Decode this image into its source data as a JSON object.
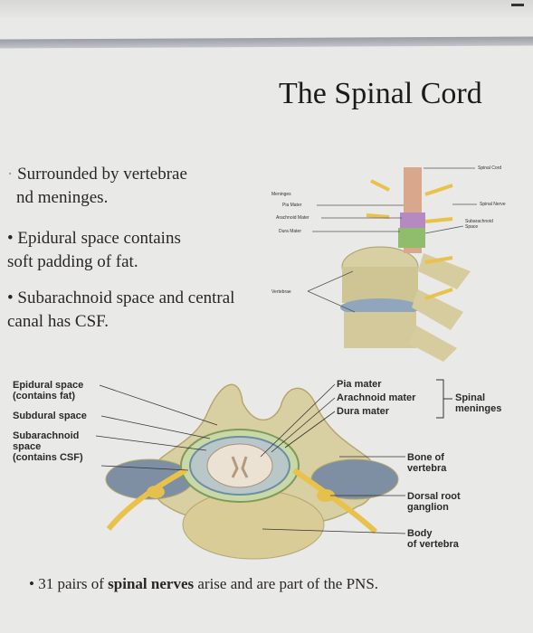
{
  "slide": {
    "title": "The Spinal Cord",
    "bullets": [
      {
        "line1": "Surrounded by vertebrae",
        "line2": "nd meninges."
      },
      {
        "line1": "Epidural space contains",
        "line2": "soft padding of fat."
      },
      {
        "line1": "Subarachnoid space and central",
        "line2": "canal has CSF."
      }
    ],
    "bottom_bullet_prefix": "31 pairs of ",
    "bottom_bullet_bold": "spinal nerves",
    "bottom_bullet_suffix": " arise and are part of the PNS."
  },
  "top_diagram": {
    "labels": {
      "meninges": "Meninges",
      "pia_mater": "Pia Mater",
      "arachnoid_mater": "Arachnoid Mater",
      "dura_mater": "Dura Mater",
      "vertebrae": "Vertebrae",
      "spinal_cord": "Spinal Cord",
      "spinal_nerve": "Spinal Nerve",
      "subarachnoid_space": "Subarachnoid\nSpace"
    }
  },
  "cross_section": {
    "labels": {
      "epidural_space": "Epidural space\n(contains fat)",
      "subdural_space": "Subdural space",
      "subarachnoid_space": "Subarachnoid\nspace\n(contains CSF)",
      "pia_mater": "Pia mater",
      "arachnoid_mater": "Arachnoid mater",
      "dura_mater": "Dura mater",
      "spinal_meninges": "Spinal\nmeninges",
      "bone_of_vertebra": "Bone of\nvertebra",
      "dorsal_root_ganglion": "Dorsal root\nganglion",
      "body_of_vertebra": "Body\nof vertebra"
    }
  },
  "colors": {
    "background": "#e9e9e7",
    "text": "#2a2626",
    "bone": "#d8cfa2",
    "nerve": "#e8c24a"
  }
}
